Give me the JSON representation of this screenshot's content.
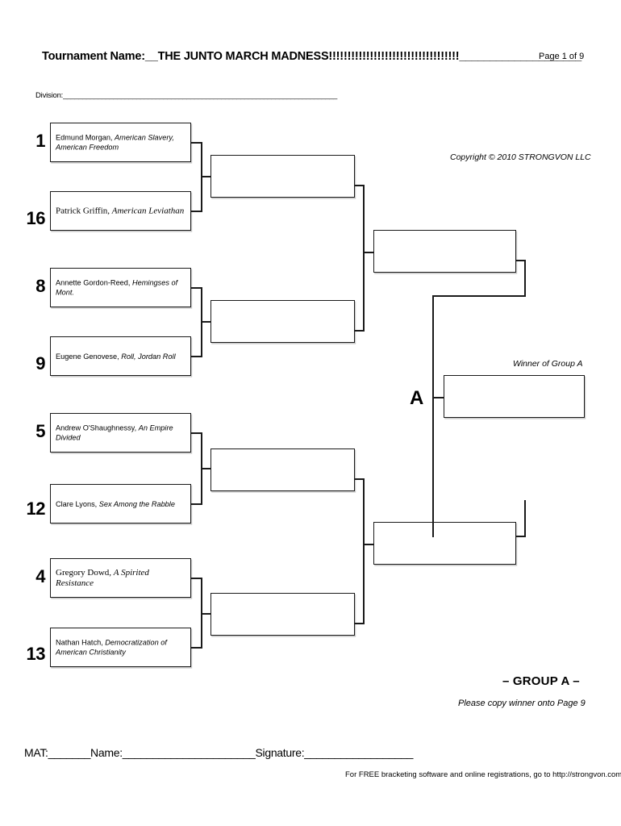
{
  "header": {
    "tournament_label": "Tournament Name:",
    "tournament_value": "__THE JUNTO MARCH MADNESS!!!!!!!!!!!!!!!!!!!!!!!!!!!!!!!!!!!",
    "tournament_blank": "____________________",
    "page_indicator": "Page 1 of 9",
    "division_label": "Division:",
    "division_rule": "_______________________________________________________________________",
    "copyright": "Copyright © 2010 STRONGVON LLC"
  },
  "bracket": {
    "round1": [
      {
        "seed": "1",
        "author": "Edmund Morgan, ",
        "work": "American Slavery, American Freedom",
        "style": "sans"
      },
      {
        "seed": "16",
        "author": "Patrick Griffin, ",
        "work": "American Leviathan",
        "style": "serif"
      },
      {
        "seed": "8",
        "author": "Annette Gordon-Reed, ",
        "work": "Hemingses of Mont.",
        "style": "sans"
      },
      {
        "seed": "9",
        "author": "Eugene Genovese, ",
        "work": "Roll, Jordan Roll",
        "style": "sans"
      },
      {
        "seed": "5",
        "author": "Andrew O'Shaughnessy, ",
        "work": "An Empire Divided",
        "style": "sans"
      },
      {
        "seed": "12",
        "author": "Clare Lyons, ",
        "work": "Sex Among the Rabble",
        "style": "sans"
      },
      {
        "seed": "4",
        "author": "Gregory Dowd, ",
        "work": "A Spirited Resistance",
        "style": "serif"
      },
      {
        "seed": "13",
        "author": "Nathan Hatch, ",
        "work": "Democratization of American Christianity",
        "style": "sans"
      }
    ],
    "round2": [
      {
        "value": ""
      },
      {
        "value": ""
      },
      {
        "value": ""
      },
      {
        "value": ""
      }
    ],
    "round3": [
      {
        "value": ""
      },
      {
        "value": ""
      }
    ],
    "final": {
      "value": ""
    }
  },
  "labels": {
    "group_letter": "A",
    "winner_of_group": "Winner of Group A",
    "group_title": "– GROUP A –",
    "group_note": "Please copy winner onto Page 9"
  },
  "footer": {
    "mat_line": "MAT:_______Name:______________________Signature:__________________",
    "promo": "For FREE bracketing software and online registrations, go to http://strongvon.com"
  }
}
